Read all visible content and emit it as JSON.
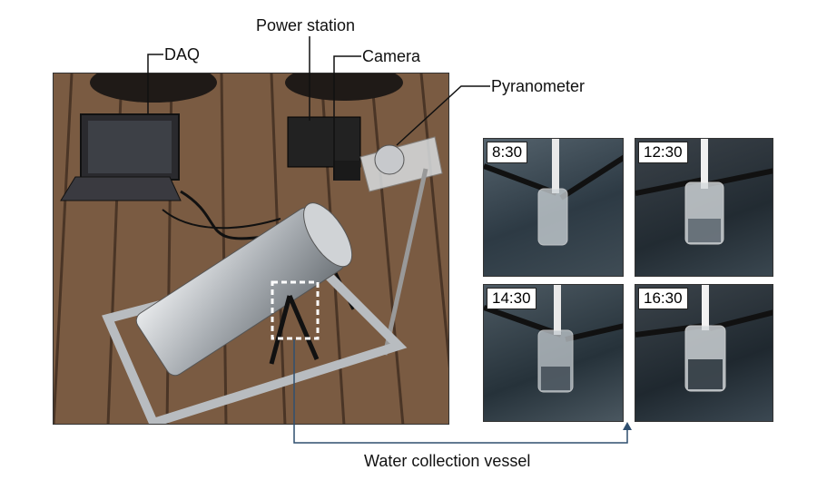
{
  "labels": {
    "power_station": "Power station",
    "daq": "DAQ",
    "camera": "Camera",
    "pyranometer": "Pyranometer",
    "water_vessel": "Water collection vessel"
  },
  "timelapse": [
    {
      "time": "8:30"
    },
    {
      "time": "12:30"
    },
    {
      "time": "14:30"
    },
    {
      "time": "16:30"
    }
  ],
  "colors": {
    "deck": "#7a5b42",
    "deck_dark": "#4a3526",
    "aluminum": "#c9ccd0",
    "glass": "#2d3a44"
  }
}
